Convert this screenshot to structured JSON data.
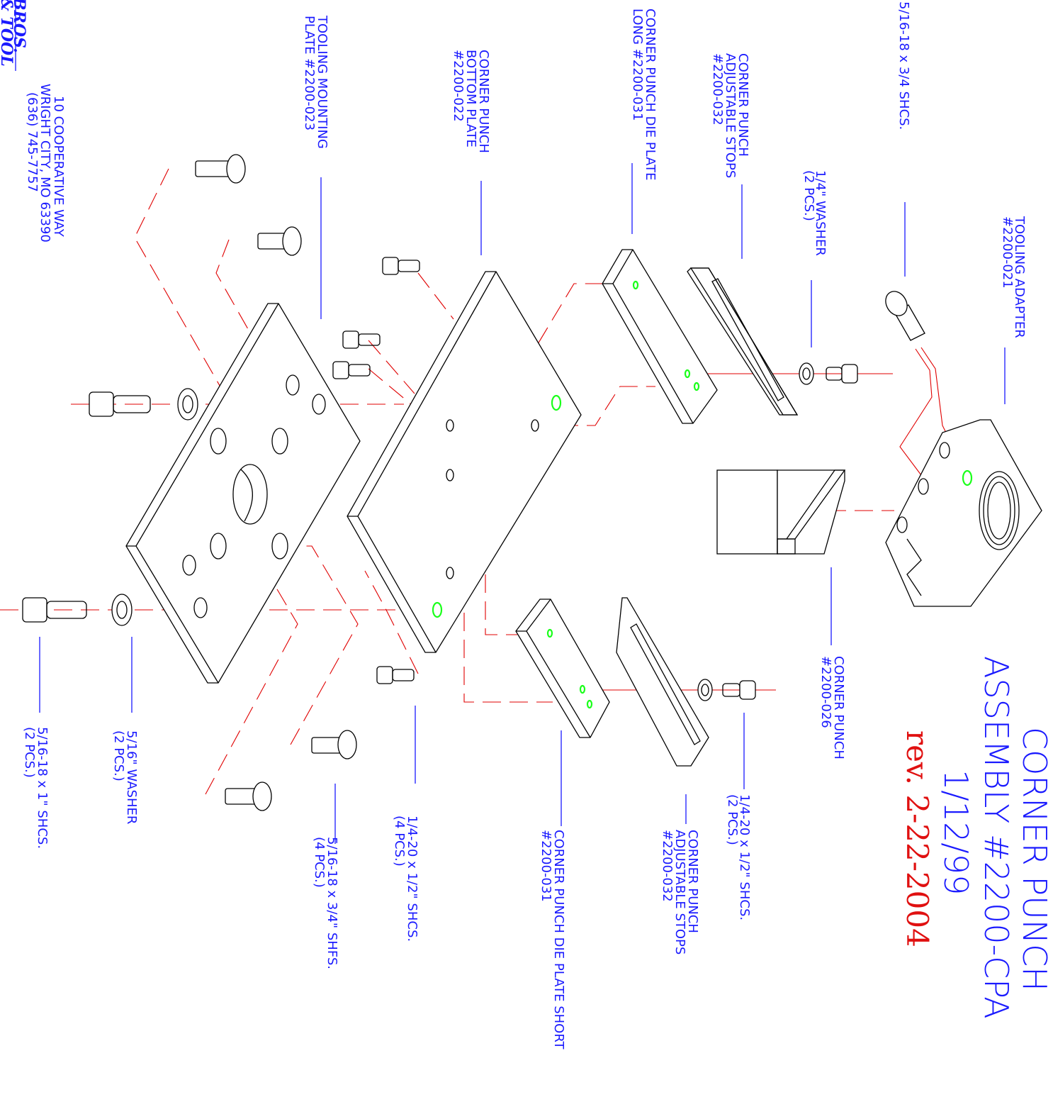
{
  "title": {
    "line1": "CORNER PUNCH",
    "line2": "ASSEMBLY #2200-CPA",
    "date": "1/12/99",
    "revision": "rev. 2-22-2004"
  },
  "company": {
    "logo_line1": "BROS.",
    "logo_line2": "& TOOL",
    "address1": "10 COOPERATIVE WAY",
    "address2": "WRIGHT CITY, MO 63390",
    "phone": "(636) 745-7757"
  },
  "labels": {
    "tooling_adapter_1": "TOOLING ADAPTER",
    "tooling_adapter_2": "#2200-021",
    "shcs_516_34": "5/16-18 x 3/4 SHCS.",
    "washer_14_1": "1/4\" WASHER",
    "washer_14_2": "(2 PCS.)",
    "stops_top_1": "CORNER PUNCH",
    "stops_top_2": "ADJUSTABLE STOPS",
    "stops_top_3": "#2200-032",
    "die_long_1": "CORNER PUNCH DIE PLATE",
    "die_long_2": "LONG #2200-031",
    "bottom_plate_1": "CORNER PUNCH",
    "bottom_plate_2": "BOTTOM PLATE",
    "bottom_plate_3": "#2200-022",
    "mounting_1": "TOOLING MOUNTING",
    "mounting_2": "PLATE #2200-023",
    "corner_punch_1": "CORNER PUNCH",
    "corner_punch_2": "#2200-026",
    "shcs_14_right_1": "1/4-20 x 1/2\" SHCS.",
    "shcs_14_right_2": "(2 PCS.)",
    "stops_bot_1": "CORNER PUNCH",
    "stops_bot_2": "ADJUSTABLE STOPS",
    "stops_bot_3": "#2200-032",
    "die_short_1": "CORNER PUNCH DIE PLATE SHORT",
    "die_short_2": "#2200-031",
    "shcs_14_left_1": "1/4-20 x 1/2\" SHCS.",
    "shcs_14_left_2": "(4 PCS.)",
    "shfs_1": "5/16-18 x 3/4\" SHFS.",
    "shfs_2": "(4 PCS.)",
    "washer_516_1": "5/16\" WASHER",
    "washer_516_2": "(2 PCS.)",
    "shcs_516_1_1": "5/16-18 x 1\" SHCS.",
    "shcs_516_1_2": "(2 PCS.)"
  },
  "colors": {
    "label_blue": "#1a1aff",
    "leader_red": "#e00000",
    "hole_green": "#1aff1a",
    "linework": "#000000"
  }
}
